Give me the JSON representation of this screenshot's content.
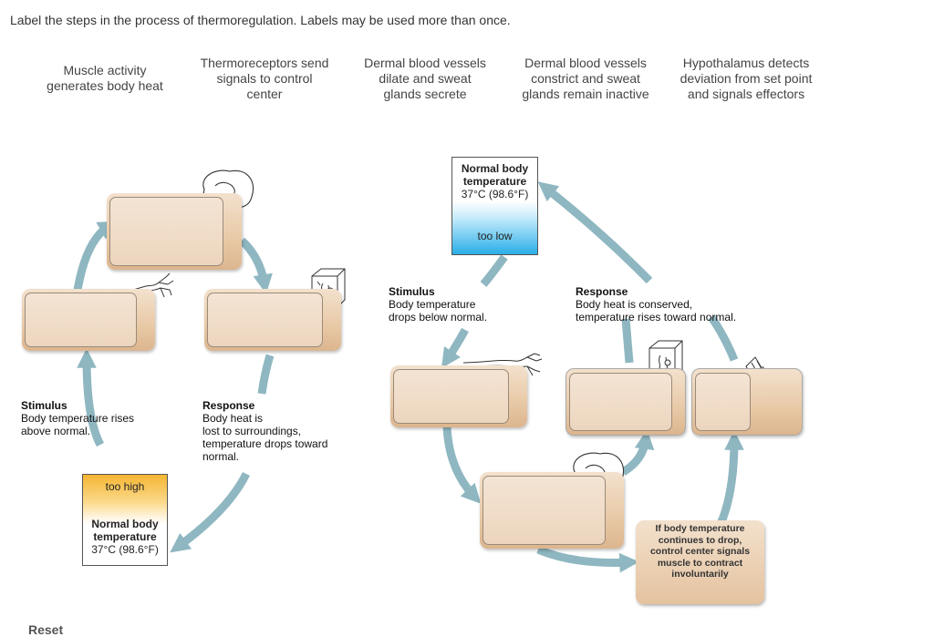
{
  "instruction": "Label the steps in the process of thermoregulation.  Labels may be used more than once.",
  "labels": [
    {
      "line1": "Muscle activity",
      "line2": "generates body heat",
      "line3": ""
    },
    {
      "line1": "Thermoreceptors send",
      "line2": "signals to control",
      "line3": "center"
    },
    {
      "line1": "Dermal blood vessels",
      "line2": "dilate and sweat",
      "line3": "glands secrete"
    },
    {
      "line1": "Dermal blood vessels",
      "line2": "constrict and sweat",
      "line3": "glands remain inactive"
    },
    {
      "line1": "Hypothalamus detects",
      "line2": "deviation from set point",
      "line3": "and signals effectors"
    }
  ],
  "left": {
    "stimulus_title": "Stimulus",
    "stimulus_line1": "Body temperature rises",
    "stimulus_line2": "above normal.",
    "response_title": "Response",
    "response_line1": "Body heat is",
    "response_line2": "lost to surroundings,",
    "response_line3": "temperature drops toward",
    "response_line4": "normal.",
    "temp_status": "too high",
    "temp_title1": "Normal body",
    "temp_title2": "temperature",
    "temp_value": "37°C (98.6°F)"
  },
  "right": {
    "temp_title1": "Normal body",
    "temp_title2": "temperature",
    "temp_value": "37°C (98.6°F)",
    "temp_status": "too low",
    "stimulus_title": "Stimulus",
    "stimulus_line1": "Body temperature",
    "stimulus_line2": "drops below normal.",
    "response_title": "Response",
    "response_line1": "Body heat is conserved,",
    "response_line2": "temperature rises toward normal.",
    "note_line1": "If body temperature",
    "note_line2": "continues to drop,",
    "note_line3": "control center signals",
    "note_line4": "muscle to contract",
    "note_line5": "involuntarily"
  },
  "reset_label": "Reset",
  "colors": {
    "arrow": "#8fb7c1",
    "too_high": "#f5b532",
    "too_low": "#29aee8",
    "box": "#e8c9a6"
  }
}
